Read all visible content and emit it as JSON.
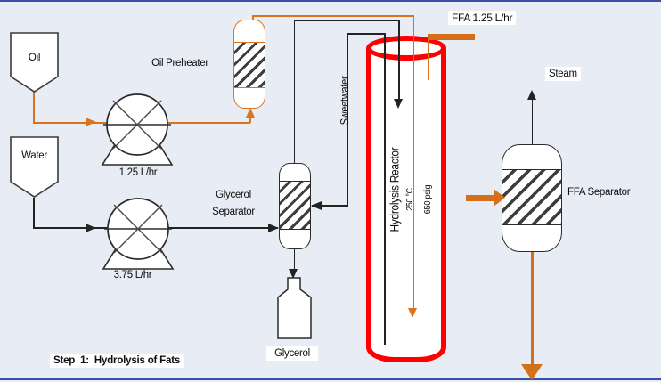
{
  "caption": {
    "step": "Step  1:  Hydrolysis of Fats"
  },
  "tanks": {
    "oil": {
      "label": "Oil"
    },
    "water": {
      "label": "Water"
    }
  },
  "pumps": {
    "oil_pump": {
      "flow": "1.25 L/hr"
    },
    "water_pump": {
      "flow": "3.75 L/hr"
    }
  },
  "equipment": {
    "oil_preheater": {
      "label": "Oil Preheater"
    },
    "glycerol_separator": {
      "label_line1": "Glycerol",
      "label_line2": "Separator"
    },
    "hydrolysis_reactor": {
      "label": "Hydrolysis Reactor",
      "temperature": "250 °C",
      "pressure": "650 psig"
    },
    "ffa_separator": {
      "label": "FFA Separator"
    },
    "glycerol_bottle": {
      "label": "Glycerol"
    }
  },
  "streams": {
    "ffa_product": {
      "label": "FFA 1.25 L/hr"
    },
    "steam": {
      "label": "Steam"
    },
    "sweetwater": {
      "label": "Sweetwater"
    }
  },
  "colors": {
    "background": "#E8ECF4",
    "frame_blue": "#3B4FA8",
    "process_line_black": "#232323",
    "stream_orange": "#D9731C",
    "product_orange_thick": "#D4701A",
    "reactor_red": "#FF0000"
  }
}
